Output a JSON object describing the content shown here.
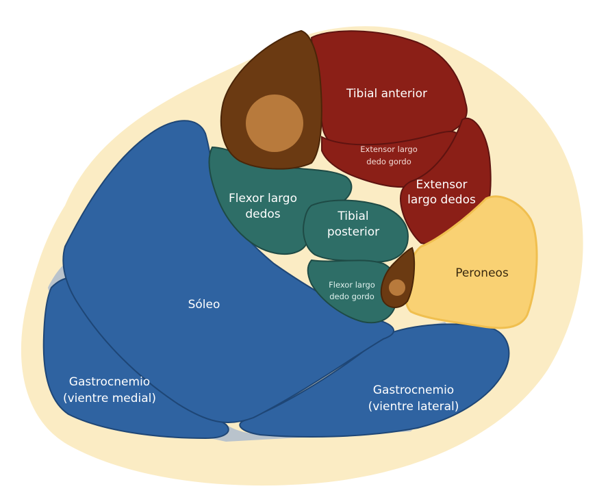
{
  "labels": {
    "tibial_anterior": "Tibial anterior",
    "extensor_largo_dedo_gordo_1": "Extensor largo",
    "extensor_largo_dedo_gordo_2": "dedo gordo",
    "extensor_largo_dedos_1": "Extensor",
    "extensor_largo_dedos_2": "largo dedos",
    "flexor_largo_dedos_1": "Flexor largo",
    "flexor_largo_dedos_2": "dedos",
    "tibial_posterior_1": "Tibial",
    "tibial_posterior_2": "posterior",
    "flexor_largo_dedo_gordo_1": "Flexor largo",
    "flexor_largo_dedo_gordo_2": "dedo gordo",
    "peroneos": "Peroneos",
    "soleo": "Sóleo",
    "gastrocnemio_medial_1": "Gastrocnemio",
    "gastrocnemio_medial_2": "(vientre medial)",
    "gastrocnemio_lateral_1": "Gastrocnemio",
    "gastrocnemio_lateral_2": "(vientre lateral)"
  },
  "colors": {
    "skin": "#fbecc4",
    "anterior_muscles": "#8b1f17",
    "bone": "#6b3a12",
    "bone_marrow": "#b87a3c",
    "deep_posterior": "#2e6e67",
    "superficial_posterior": "#2f63a1",
    "peroneos": "#f9d173",
    "fascia": "#b9c3cc"
  }
}
